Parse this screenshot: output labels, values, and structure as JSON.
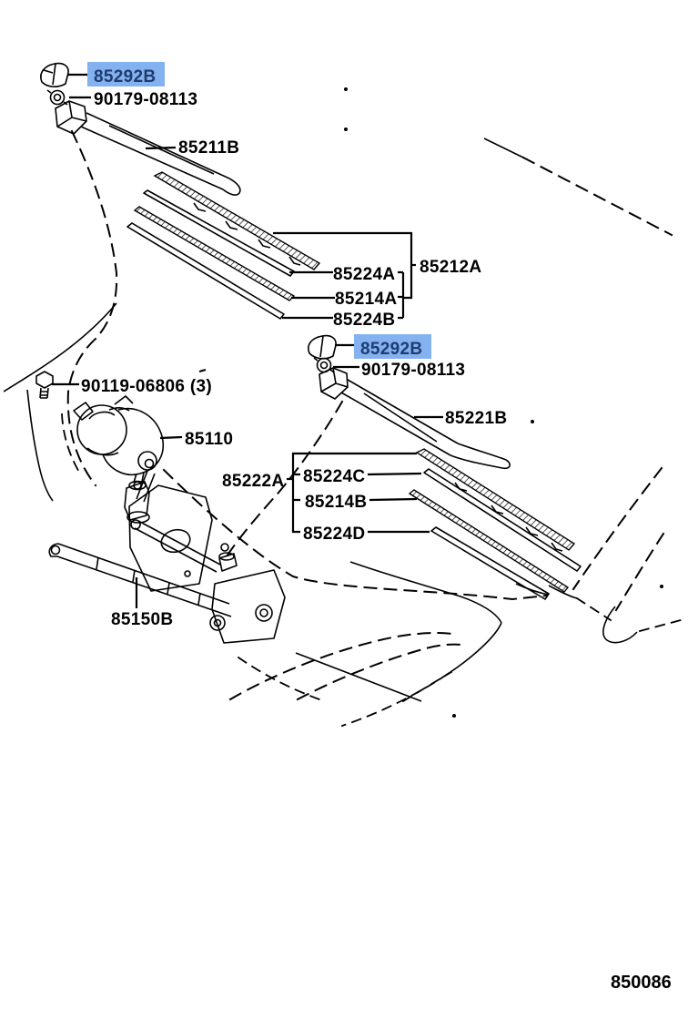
{
  "diagram_title": "wiper parts diagram",
  "footer": {
    "code": "850086"
  },
  "colors": {
    "background": "#ffffff",
    "line": "#000000",
    "highlight_bg": "#84b1f0",
    "highlight_text": "#1e3c6e",
    "label_text": "#000000"
  },
  "parts": {
    "cap_1": "85292B",
    "nut_1": "90179-08113",
    "arm_1": "85211B",
    "blade_assy_1": "85212A",
    "plate_1a": "85224A",
    "rubber_1": "85214A",
    "plate_1b": "85224B",
    "cap_2": "85292B",
    "nut_2": "90179-08113",
    "arm_2": "85221B",
    "motor_bolt": "90119-06806 (3)",
    "motor": "85110",
    "blade_assy_2": "85222A",
    "plate_2a": "85224C",
    "rubber_2": "85214B",
    "plate_2b": "85224D",
    "link": "85150B"
  }
}
